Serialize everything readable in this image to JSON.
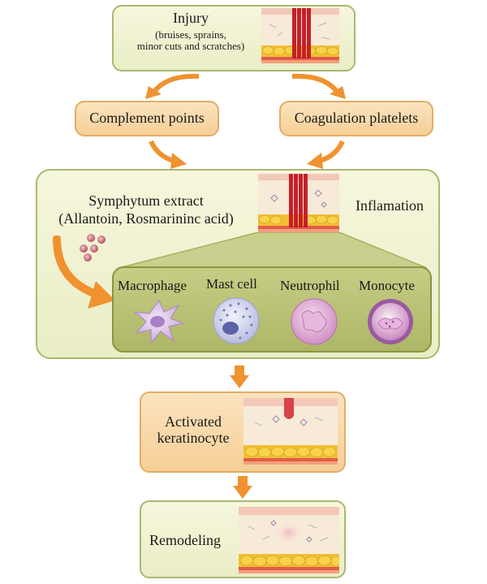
{
  "injury": {
    "title": "Injury",
    "subtitle": "(bruises, sprains,\nminor cuts and scratches)"
  },
  "complement": {
    "label": "Complement points"
  },
  "coagulation": {
    "label": "Coagulation platelets"
  },
  "inflammation": {
    "extract_line1": "Symphytum extract",
    "extract_line2": "(Allantoin, Rosmarininc acid)",
    "label": "Inflamation",
    "cells": [
      {
        "label": "Macrophage"
      },
      {
        "label": "Mast cell"
      },
      {
        "label": "Neutrophil"
      },
      {
        "label": "Monocyte"
      }
    ]
  },
  "keratinocyte": {
    "label": "Activated\nkeratinocyte"
  },
  "remodeling": {
    "label": "Remodeling"
  },
  "colors": {
    "box_green": "#eaeec6",
    "box_orange": "#f6cf97",
    "arrow_orange": "#f0922f",
    "cell_purple": "#c9a6dd"
  }
}
